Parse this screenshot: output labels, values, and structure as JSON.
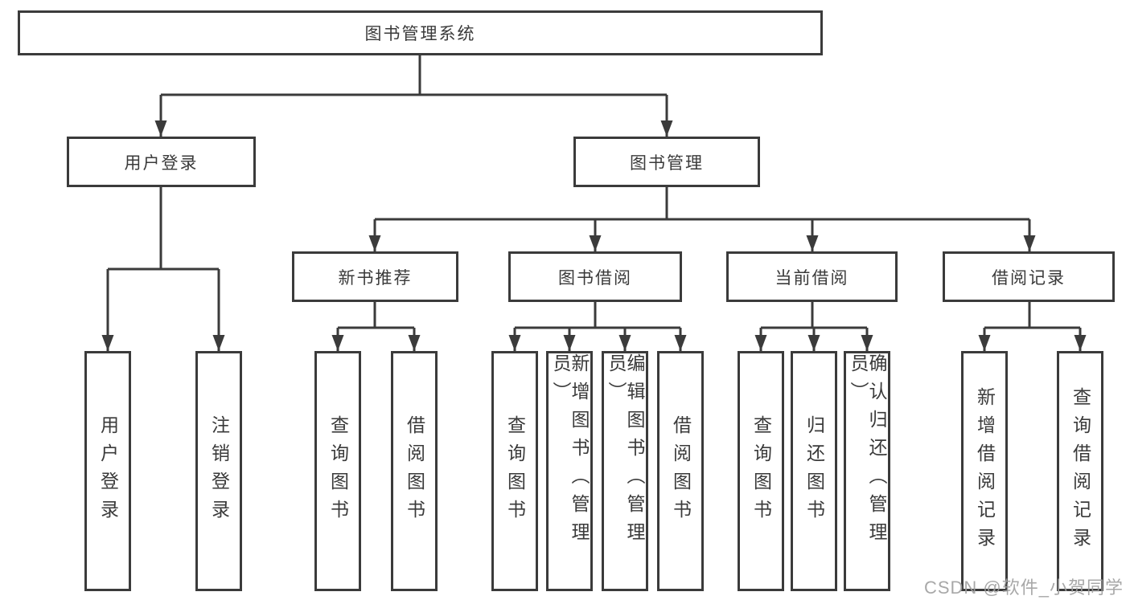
{
  "diagram": {
    "title": "图书管理系统",
    "branches": [
      {
        "label": "用户登录",
        "children": [
          {
            "label": "用户登录"
          },
          {
            "label": "注销登录"
          }
        ]
      },
      {
        "label": "图书管理",
        "children": [
          {
            "label": "新书推荐",
            "children": [
              {
                "label": "查询图书"
              },
              {
                "label": "借阅图书"
              }
            ]
          },
          {
            "label": "图书借阅",
            "children": [
              {
                "label": "查询图书"
              },
              {
                "label": "新增图书（管理员）"
              },
              {
                "label": "编辑图书（管理员）"
              },
              {
                "label": "借阅图书"
              }
            ]
          },
          {
            "label": "当前借阅",
            "children": [
              {
                "label": "查询图书"
              },
              {
                "label": "归还图书"
              },
              {
                "label": "确认归还（管理员）"
              }
            ]
          },
          {
            "label": "借阅记录",
            "children": [
              {
                "label": "新增借阅记录"
              },
              {
                "label": "查询借阅记录"
              }
            ]
          }
        ]
      }
    ]
  },
  "watermark": {
    "text": "CSDN @软件_小贺同学"
  },
  "colors": {
    "line": "#3b3b3b",
    "text": "#3a3a3a",
    "background": "#ffffff",
    "watermark": "#9e9e9e"
  }
}
